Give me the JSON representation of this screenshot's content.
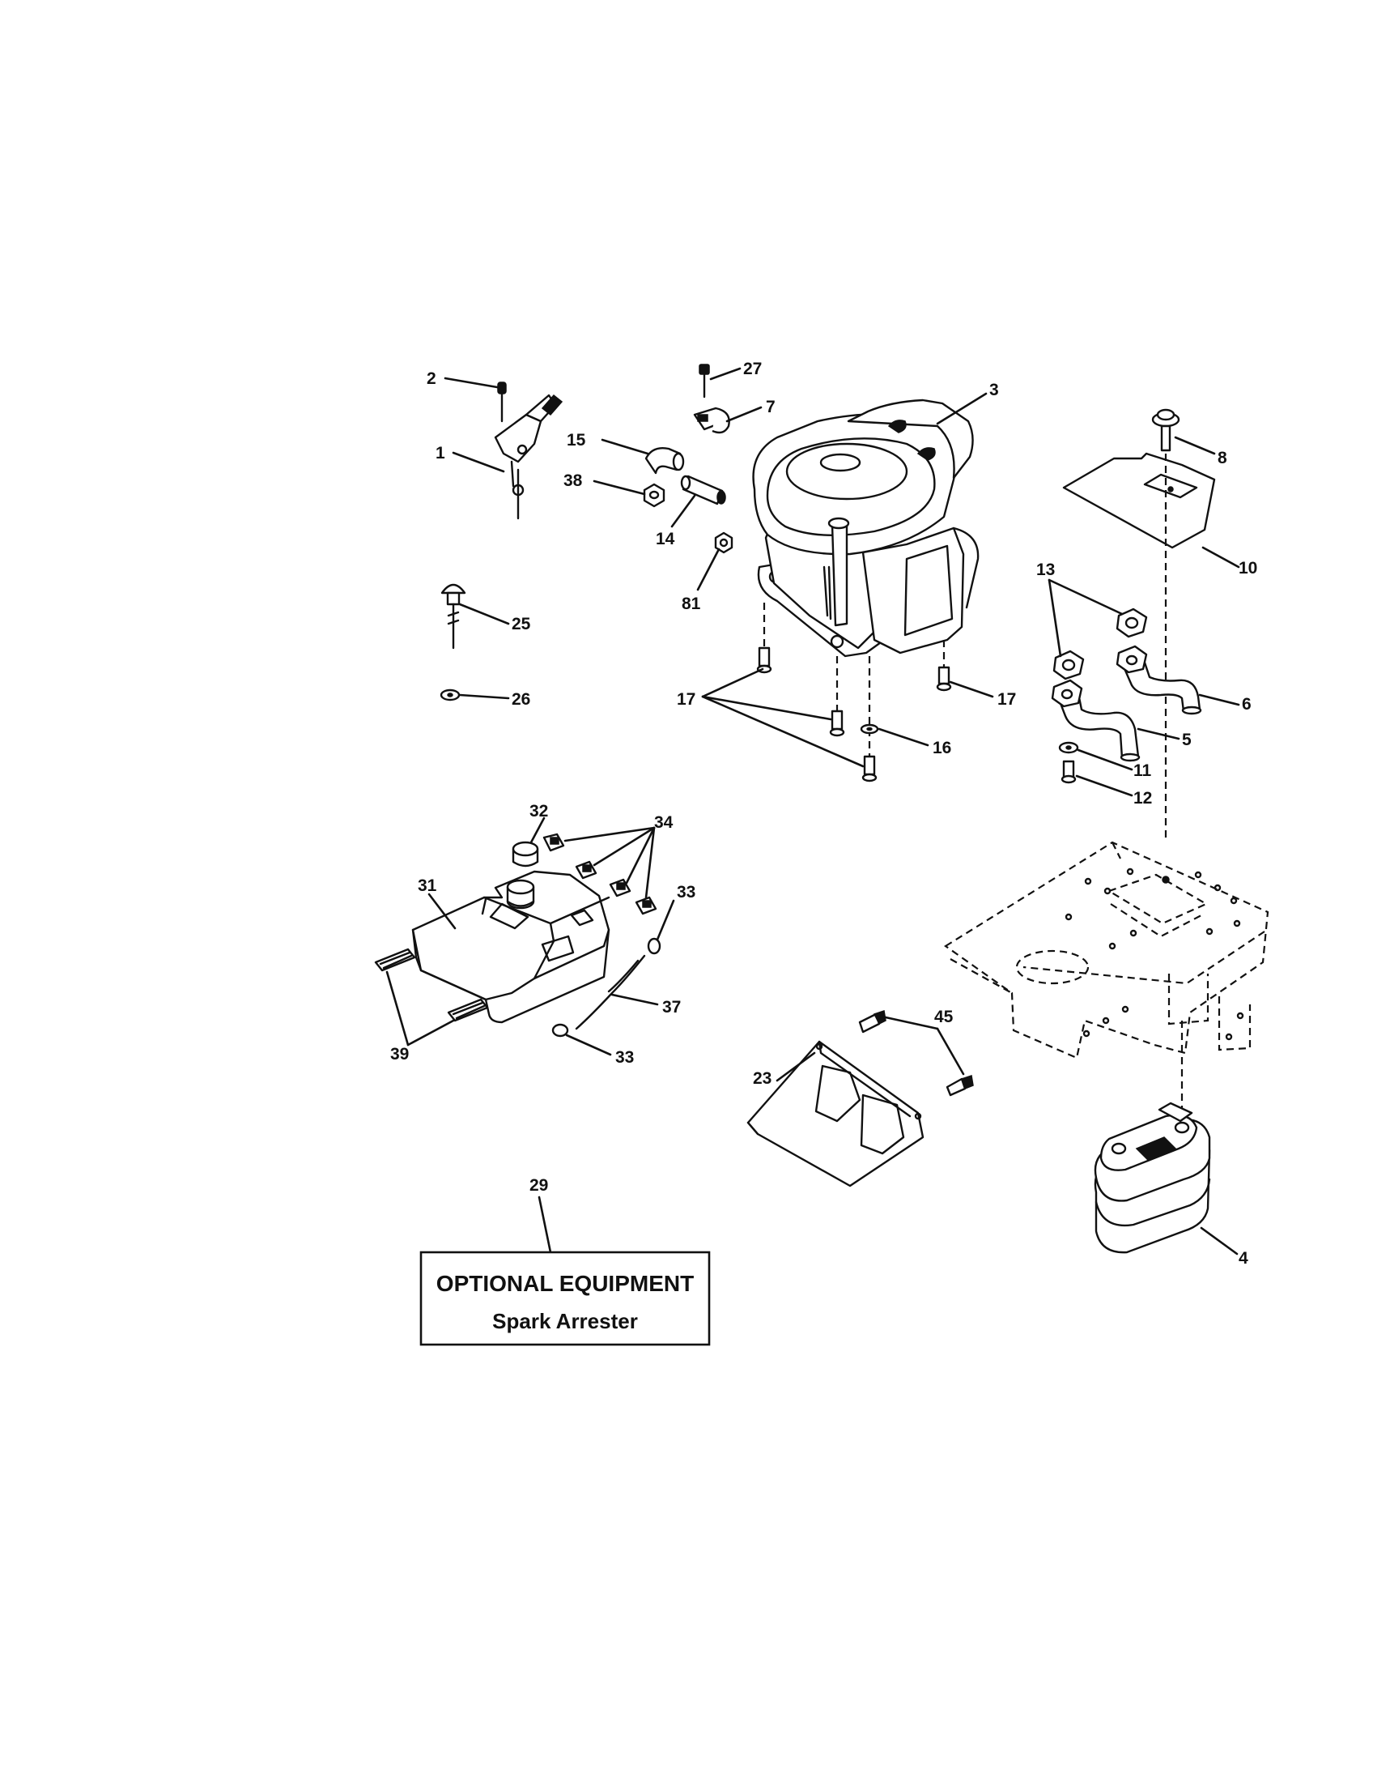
{
  "callouts": {
    "c1": "1",
    "c2": "2",
    "c3": "3",
    "c4": "4",
    "c5": "5",
    "c6": "6",
    "c7": "7",
    "c8": "8",
    "c10": "10",
    "c11": "11",
    "c12": "12",
    "c13": "13",
    "c14": "14",
    "c15": "15",
    "c16": "16",
    "c17a": "17",
    "c17b": "17",
    "c23": "23",
    "c25": "25",
    "c26": "26",
    "c27": "27",
    "c29": "29",
    "c31": "31",
    "c32": "32",
    "c33a": "33",
    "c33b": "33",
    "c34": "34",
    "c37": "37",
    "c38": "38",
    "c39": "39",
    "c45": "45",
    "c81": "81"
  },
  "optional_box": {
    "title": "OPTIONAL EQUIPMENT",
    "subtitle": "Spark Arrester"
  }
}
